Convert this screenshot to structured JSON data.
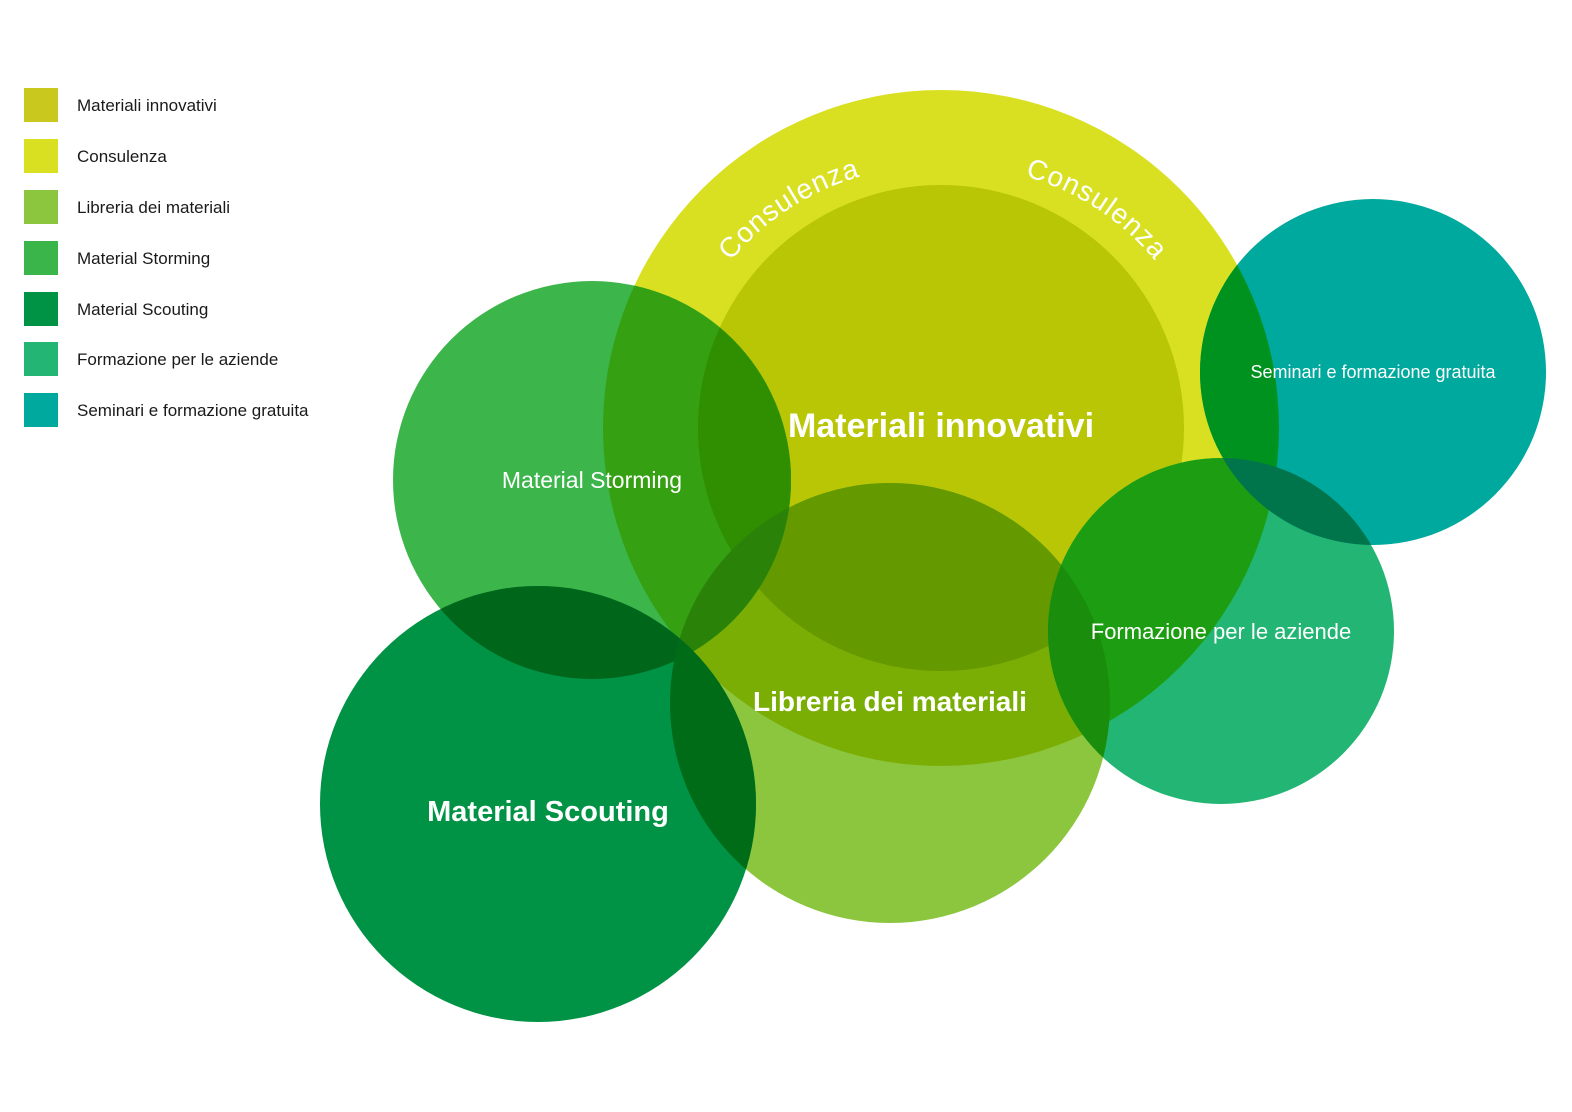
{
  "legend": [
    {
      "label": "Materiali innovativi",
      "color": "#c8c81e"
    },
    {
      "label": "Consulenza",
      "color": "#d9e021"
    },
    {
      "label": "Libreria dei materiali",
      "color": "#8cc63f"
    },
    {
      "label": "Material Storming",
      "color": "#39b54a"
    },
    {
      "label": "Material Scouting",
      "color": "#009245"
    },
    {
      "label": "Formazione per le aziende",
      "color": "#22b573"
    },
    {
      "label": "Seminari e formazione gratuita",
      "color": "#00a99d"
    }
  ],
  "diagram": {
    "consulenza_arc_left": "Consulenza",
    "consulenza_arc_right": "Consulenza",
    "materiali_innovativi": "Materiali innovativi",
    "material_storming": "Material Storming",
    "libreria": "Libreria dei materiali",
    "material_scouting": "Material Scouting",
    "formazione": "Formazione per le aziende",
    "seminari": "Seminari e formazione gratuita"
  }
}
